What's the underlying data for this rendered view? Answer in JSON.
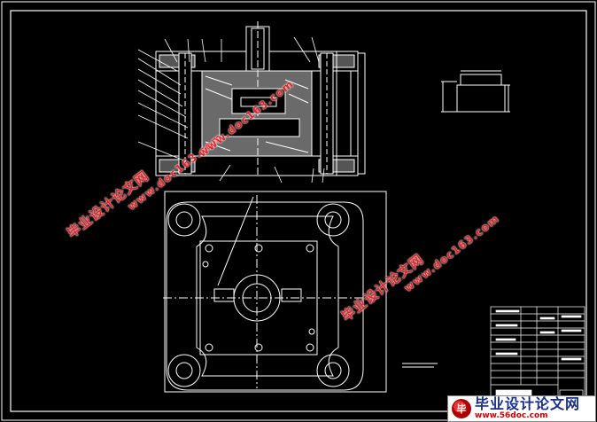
{
  "watermark": {
    "cn_text": "毕业设计论文网",
    "url_text": "www.doc163.com"
  },
  "footer_logo": {
    "mark": "毕",
    "cn_text": "毕业设计论文网",
    "url_text": "www.56doc.com"
  },
  "colors": {
    "background": "#000000",
    "lines": "#ffffff",
    "watermark": "#e0262b",
    "logo_text": "#1a2e8c"
  }
}
